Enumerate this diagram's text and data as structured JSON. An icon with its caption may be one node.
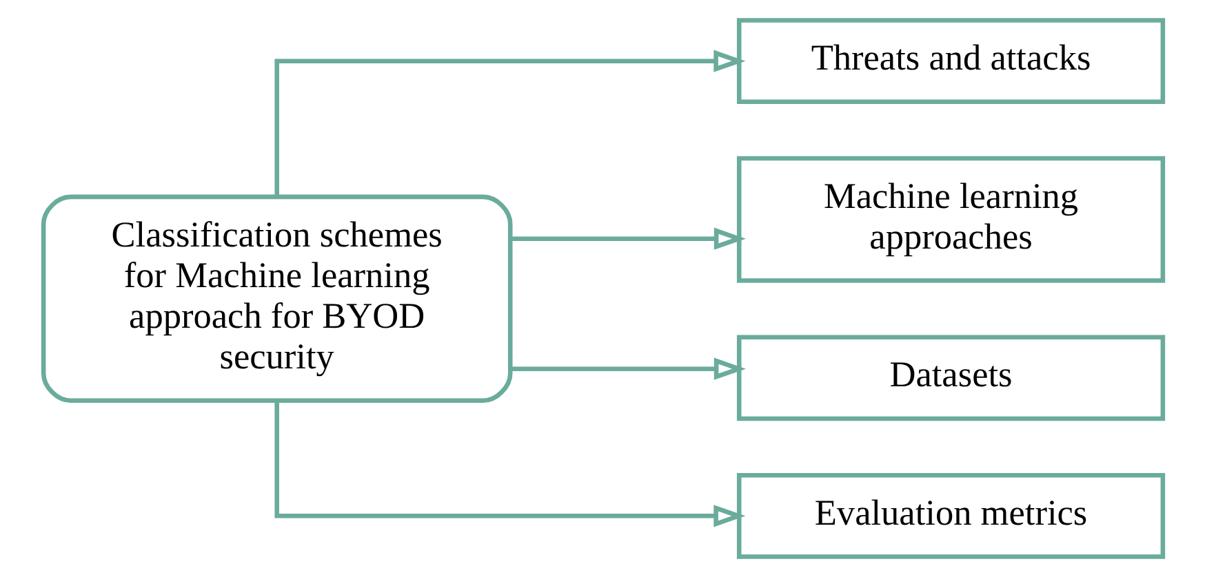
{
  "diagram": {
    "nodes": [
      {
        "text": [
          "Classification schemes for Machine learning approach for BYOD security"
        ]
      },
      {
        "text": [
          "Threats and attacks"
        ]
      },
      {
        "text": [
          "Machine learning approaches"
        ]
      },
      {
        "text": [
          "Datasets"
        ]
      },
      {
        "text": [
          "Evaluation metrics"
        ]
      }
    ],
    "edges": [
      {
        "from": 0,
        "to": 1,
        "arrow": "to"
      },
      {
        "from": 0,
        "to": 2,
        "arrow": "to"
      },
      {
        "from": 0,
        "to": 3,
        "arrow": "to"
      },
      {
        "from": 0,
        "to": 4,
        "arrow": "to"
      }
    ]
  }
}
